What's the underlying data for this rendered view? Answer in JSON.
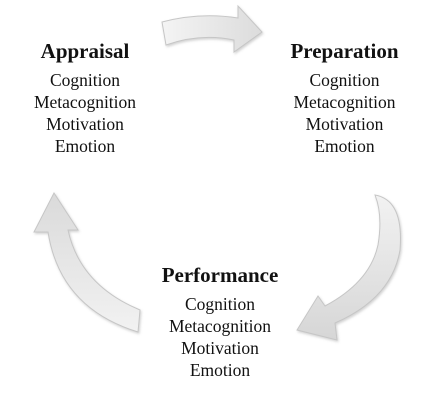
{
  "stages": [
    {
      "title": "Appraisal",
      "items": [
        "Cognition",
        "Metacognition",
        "Motivation",
        "Emotion"
      ]
    },
    {
      "title": "Preparation",
      "items": [
        "Cognition",
        "Metacognition",
        "Motivation",
        "Emotion"
      ]
    },
    {
      "title": "Performance",
      "items": [
        "Cognition",
        "Metacognition",
        "Motivation",
        "Emotion"
      ]
    }
  ],
  "colors": {
    "text": "#111111",
    "arrow_fill_light": "#ffffff",
    "arrow_fill_dark": "#d9d9d9",
    "arrow_stroke": "#c8c8c8"
  }
}
